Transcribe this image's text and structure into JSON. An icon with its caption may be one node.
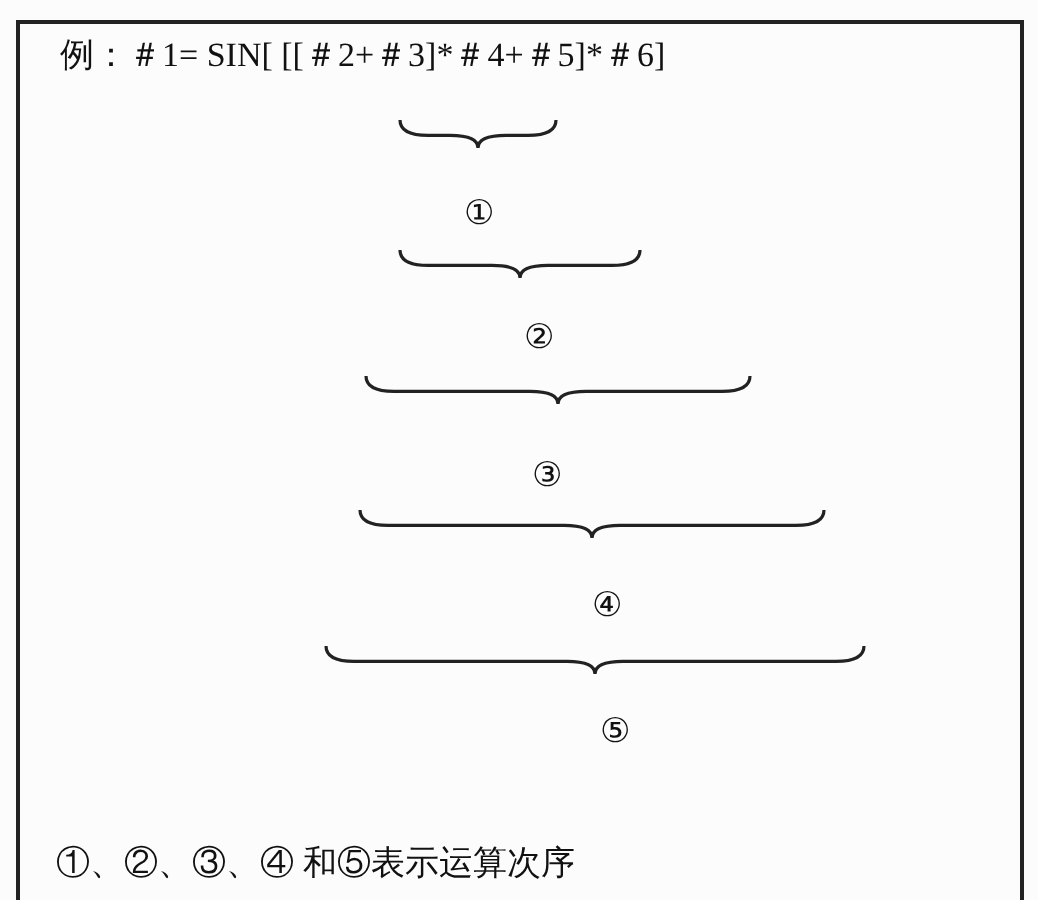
{
  "diagram": {
    "labels": [
      "例：＃1= SIN[ [[＃2+＃3]*＃4+＃5]*＃6]",
      "①",
      "②",
      "③",
      "④",
      "⑤",
      "①、②、③、④ 和⑤表示运算次序"
    ]
  }
}
